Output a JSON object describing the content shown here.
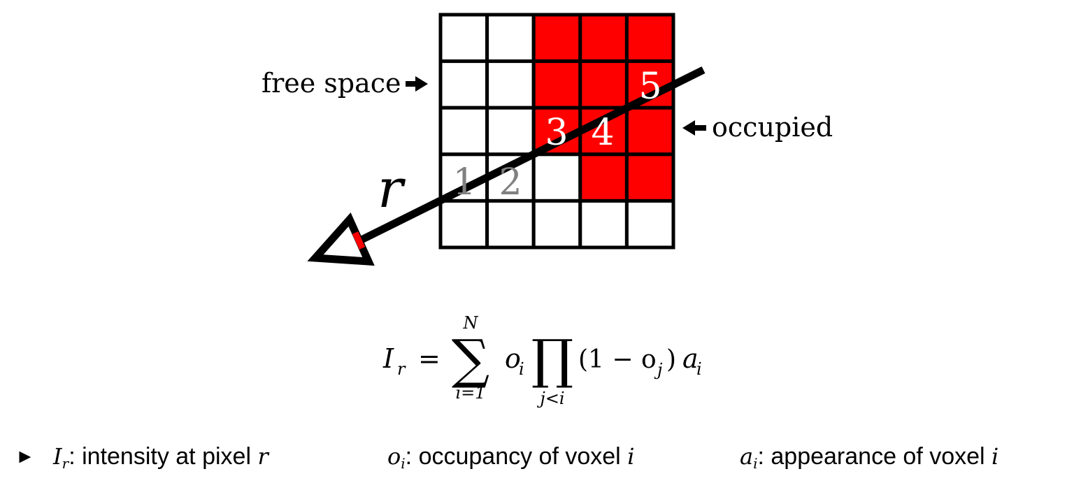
{
  "labels": {
    "free_space": "free space",
    "occupied": "occupied",
    "ray": "r"
  },
  "voxel_numbers": [
    "1",
    "2",
    "3",
    "4",
    "5"
  ],
  "colors": {
    "occupied": "#ff0000",
    "free": "#ffffff",
    "grid": "#000000",
    "passed_free_number": "#808080",
    "occupied_number": "#ffffff",
    "camera_tip": "#ff0000"
  },
  "grid": {
    "rows": 5,
    "cols": 5,
    "occupied_cells": [
      [
        0,
        2
      ],
      [
        0,
        3
      ],
      [
        0,
        4
      ],
      [
        1,
        2
      ],
      [
        1,
        3
      ],
      [
        1,
        4
      ],
      [
        2,
        2
      ],
      [
        2,
        3
      ],
      [
        2,
        4
      ],
      [
        3,
        3
      ],
      [
        3,
        4
      ]
    ]
  },
  "formula": {
    "lhs": "I",
    "lhs_sub": "r",
    "equals": "=",
    "sum_upper": "N",
    "sum_lower": "i=1",
    "o_i": "o",
    "o_i_sub": "i",
    "prod_lower": "j<i",
    "factor": "(1 − o",
    "factor_sub": "j",
    "factor_close": ")",
    "a": "a",
    "a_sub": "i"
  },
  "legend": {
    "bullet": "►",
    "items": [
      {
        "sym": "I",
        "sub": "r",
        "text": ": intensity at pixel ",
        "var": "r"
      },
      {
        "sym": "o",
        "sub": "i",
        "text": ": occupancy of voxel ",
        "var": "i"
      },
      {
        "sym": "a",
        "sub": "i",
        "text": ": appearance of voxel ",
        "var": "i"
      }
    ]
  }
}
